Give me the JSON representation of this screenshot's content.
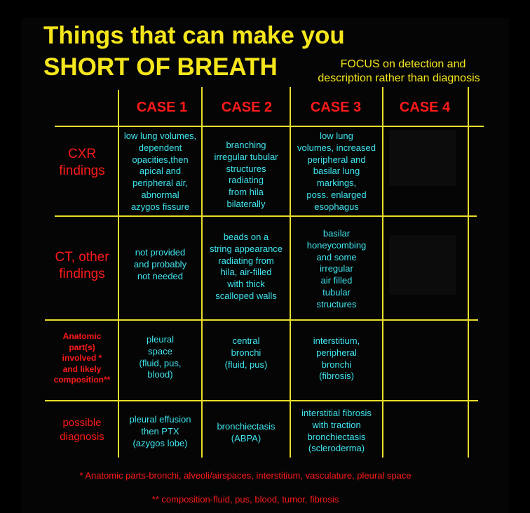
{
  "title_line1": "Things that can make you",
  "title_line2": "SHORT OF BREATH",
  "focus_line1": "FOCUS on detection and",
  "focus_line2": "description rather than diagnosis",
  "cases": [
    "CASE 1",
    "CASE 2",
    "CASE 3",
    "CASE 4"
  ],
  "rows": [
    {
      "header": "CXR\nfindings",
      "cells": [
        "low lung volumes,\ndependent\nopacities,then\napical and\nperipheral air,\nabnormal\nazygos fissure",
        "branching\nirregular tubular\nstructures\nradiating\nfrom hila\nbilaterally",
        "low lung\nvolumes, increased\nperipheral and\nbasilar lung\nmarkings,\nposs. enlarged\nesophagus",
        ""
      ]
    },
    {
      "header": "CT, other\nfindings",
      "cells": [
        "not provided\nand probably\nnot needed",
        "beads on a\nstring appearance\nradiating from\nhila, air-filled\nwith thick\nscalloped walls",
        "basilar\nhoneycombing\nand some\nirregular\nair filled\ntubular\nstructures",
        ""
      ]
    },
    {
      "header": "Anatomic\npart(s)\ninvolved *\nand likely\ncomposition**",
      "cells": [
        "pleural\nspace\n(fluid, pus,\nblood)",
        "central\nbronchi\n(fluid, pus)",
        "interstitium,\nperipheral\nbronchi\n(fibrosis)",
        ""
      ]
    },
    {
      "header": "possible\ndiagnosis",
      "cells": [
        "pleural effusion\nthen PTX\n(azygos lobe)",
        "bronchiectasis\n(ABPA)",
        "interstitial fibrosis\nwith traction\nbronchiectasis\n(scleroderma)",
        ""
      ]
    }
  ],
  "footnote1": "* Anatomic parts-bronchi, alveoli/airspaces, interstitium, vasculature, pleural space",
  "footnote2": "** composition-fluid, pus, blood, tumor, fibrosis",
  "colors": {
    "title": "#f5e61c",
    "grid": "#e8de2a",
    "header_red": "#ff1a1a",
    "cell_cyan": "#3fe6f0",
    "background": "#000000"
  }
}
